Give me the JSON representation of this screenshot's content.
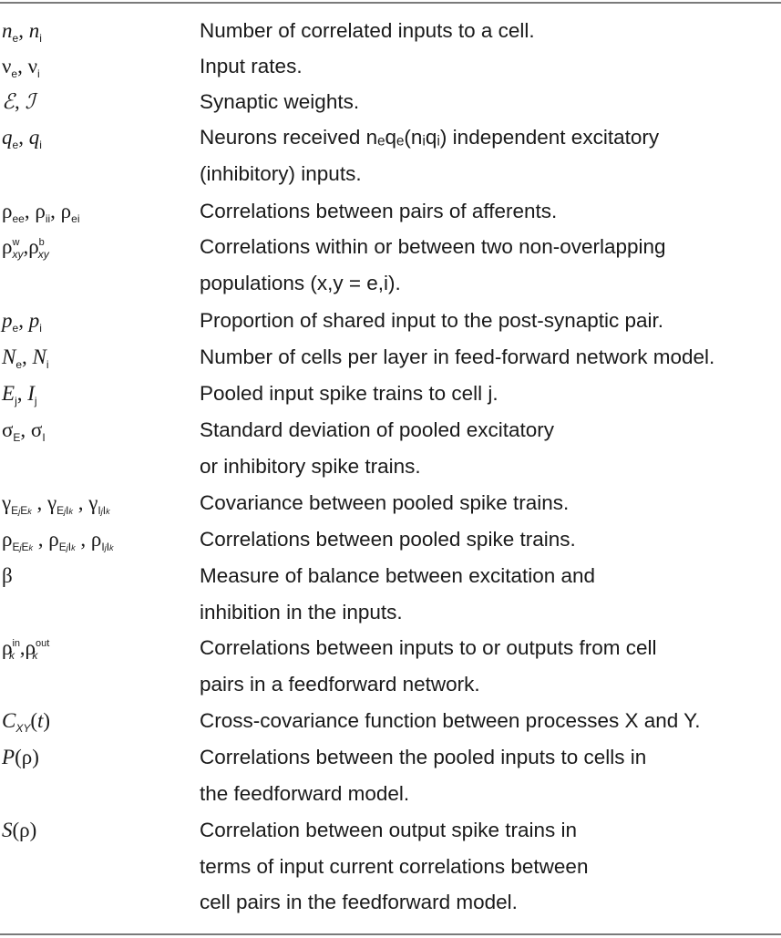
{
  "rows": [
    {
      "desc": [
        "Number of correlated inputs to a cell."
      ]
    },
    {
      "desc": [
        "Input rates."
      ]
    },
    {
      "desc": [
        "Synaptic weights."
      ]
    },
    {
      "desc": [
        "Neurons received nₑqₑ(nᵢqᵢ) independent excitatory",
        "(inhibitory) inputs."
      ]
    },
    {
      "desc": [
        "Correlations between pairs of afferents."
      ]
    },
    {
      "desc": [
        "Correlations within or between two non-overlapping",
        "populations (x,y = e,i)."
      ]
    },
    {
      "desc": [
        "Proportion of shared input to the post-synaptic pair."
      ]
    },
    {
      "desc": [
        "Number of cells per layer in feed-forward network model."
      ]
    },
    {
      "desc": [
        "Pooled input spike trains to cell j."
      ]
    },
    {
      "desc": [
        "Standard deviation of pooled excitatory",
        "or inhibitory spike trains."
      ]
    },
    {
      "desc": [
        "Covariance between pooled spike trains."
      ]
    },
    {
      "desc": [
        "Correlations between pooled spike trains."
      ]
    },
    {
      "desc": [
        "Measure of balance between excitation and",
        "inhibition in the inputs."
      ]
    },
    {
      "desc": [
        "Correlations between inputs to or outputs from cell",
        "pairs in a feedforward network."
      ]
    },
    {
      "desc": [
        "Cross-covariance function between processes X and Y."
      ]
    },
    {
      "desc": [
        "Correlations between the pooled inputs to cells in",
        "the feedforward model."
      ]
    },
    {
      "desc": [
        "Correlation between output spike trains in",
        "terms of input current correlations between",
        "cell pairs in the feedforward model."
      ]
    }
  ],
  "symbols": {
    "n": "n",
    "e": "e",
    "i": "i",
    "nu": "ν",
    "E_script": "ℰ",
    "I_script": "ℐ",
    "q": "q",
    "rho": "ρ",
    "ee": "ee",
    "ii": "ii",
    "ei": "ei",
    "w": "w",
    "b": "b",
    "xy": "xy",
    "p": "p",
    "N": "N",
    "E": "E",
    "I": "I",
    "j": "j",
    "k": "k",
    "sigma": "σ",
    "gamma": "γ",
    "beta": "β",
    "in": "in",
    "out": "out",
    "C": "C",
    "XY": "XY",
    "t": "t",
    "P": "P",
    "S": "S",
    "comma": ",",
    "lp": "(",
    "rp": ")"
  },
  "inline": {
    "q_e_i": "n",
    "X": "X",
    "Y": "Y",
    "x": "x",
    "y": "y"
  },
  "colors": {
    "rule": "#7a7a7a",
    "text": "#1a1a1a",
    "background": "#ffffff"
  }
}
